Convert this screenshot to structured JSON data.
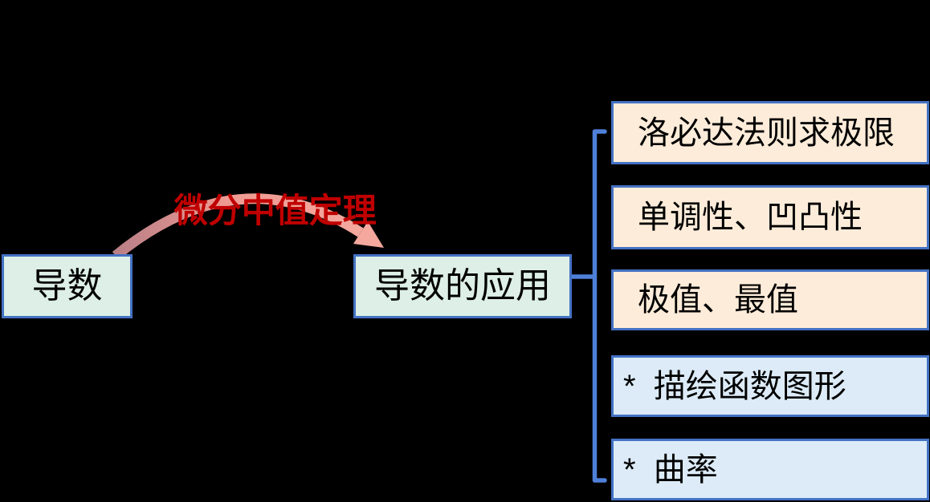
{
  "diagram": {
    "root_node": {
      "label": "导数"
    },
    "arrow_label": {
      "text": "微分中值定理"
    },
    "mid_node": {
      "label": "导数的应用"
    },
    "branches": [
      {
        "label": "洛必达法则求极限",
        "theme": "peach"
      },
      {
        "label": "单调性、凹凸性",
        "theme": "peach"
      },
      {
        "label": "极值、最值",
        "theme": "peach"
      },
      {
        "label": "*  描绘函数图形",
        "theme": "blue"
      },
      {
        "label": "*  曲率",
        "theme": "blue"
      }
    ]
  },
  "colors": {
    "bg": "#000000",
    "mint": "#ddefe6",
    "peach": "#fdecd9",
    "blue-light": "#dcebf7",
    "border-blue": "#4472c4",
    "bracket-blue": "#4f80d9",
    "label-red": "#c00000",
    "arrow-start": "#b97f86",
    "arrow-mid": "#ee9a92",
    "arrow-end": "#f4a89e",
    "text": "#000000"
  }
}
